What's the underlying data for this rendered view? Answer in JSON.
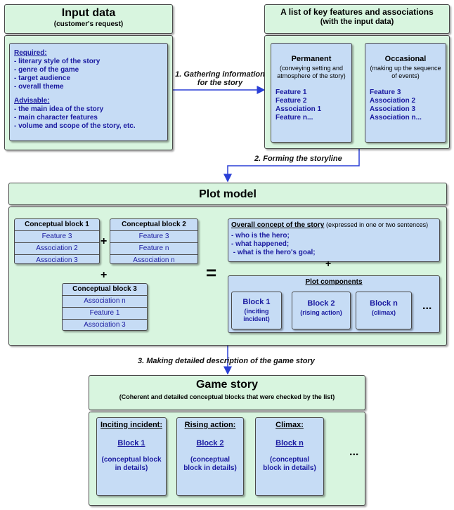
{
  "input": {
    "title": "Input data",
    "subtitle": "(customer's request)",
    "required_heading": "Required:",
    "required_items": [
      "- literary style of the story",
      "- genre of the game",
      "- target audience",
      "- overall theme"
    ],
    "advisable_heading": "Advisable:",
    "advisable_items": [
      "- the main idea of the story",
      "- main character features",
      "- volume and scope of the story, etc."
    ]
  },
  "features": {
    "title": "A list of key features and associations",
    "subtitle": "(with the input data)",
    "permanent_title": "Permanent",
    "permanent_desc": "(conveying setting and atmosphere of the story)",
    "permanent_items": [
      "Feature 1",
      "Feature 2",
      "Association 1",
      "Feature n..."
    ],
    "occasional_title": "Occasional",
    "occasional_desc": "(making up the sequence of events)",
    "occasional_items": [
      "Feature 3",
      "Association 2",
      "Association 3",
      "Association n..."
    ]
  },
  "steps": {
    "step1": "1. Gathering information for the story",
    "step2": "2. Forming the storyline",
    "step3": "3. Making detailed description of the game story"
  },
  "plot": {
    "title": "Plot model",
    "block1": {
      "title": "Conceptual block 1",
      "rows": [
        "Feature 3",
        "Association 2",
        "Association 3"
      ]
    },
    "block2": {
      "title": "Conceptual block 2",
      "rows": [
        "Feature 3",
        "Feature n",
        "Association n"
      ]
    },
    "block3": {
      "title": "Conceptual block 3",
      "rows": [
        "Association n",
        "Feature 1",
        "Association 3"
      ]
    },
    "plus": "+",
    "equals": "=",
    "concept_heading": "Overall concept of the story",
    "concept_note": "(expressed in one or two sentences)",
    "concept_items": [
      "- who is the hero;",
      "- what happened;",
      " - what is the hero's goal;"
    ],
    "components_title": "Plot components",
    "components": [
      {
        "name": "Block 1",
        "desc": "(inciting incident)"
      },
      {
        "name": "Block 2",
        "desc": "(rising action)"
      },
      {
        "name": "Block n",
        "desc": "(climax)"
      }
    ],
    "ellipsis": "..."
  },
  "game": {
    "title": "Game story",
    "subtitle": "(Coherent and detailed conceptual blocks that were checked by the list)",
    "stages": [
      {
        "heading": "Inciting incident:",
        "block": "Block 1",
        "desc": "(conceptual block in details)"
      },
      {
        "heading": "Rising action:",
        "block": "Block 2",
        "desc": "(conceptual block in details)"
      },
      {
        "heading": "Climax:",
        "block": "Block n",
        "desc": "(conceptual block in details)"
      }
    ],
    "ellipsis": "..."
  }
}
